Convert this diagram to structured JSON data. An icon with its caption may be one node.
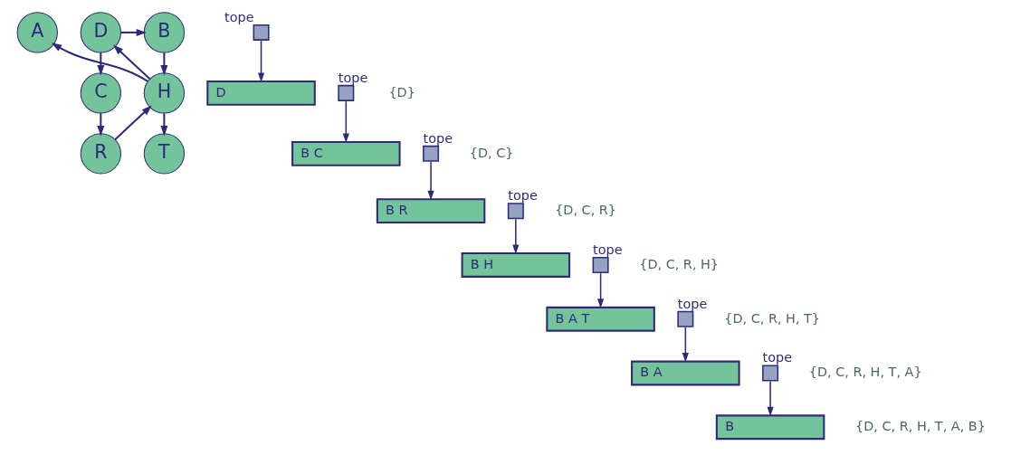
{
  "diagram": {
    "nodes": [
      {
        "text": [
          "A"
        ]
      },
      {
        "text": [
          "B"
        ]
      },
      {
        "text": [
          "D"
        ]
      },
      {
        "text": [
          "H"
        ]
      },
      {
        "text": [
          "C"
        ]
      },
      {
        "text": [
          "T"
        ]
      },
      {
        "text": [
          "R"
        ]
      },
      {
        "text": [],
        "shape": "box",
        "beside": [
          "tope"
        ]
      },
      {
        "text": [
          "D"
        ]
      },
      {
        "text": [],
        "shape": "box",
        "beside": [
          "tope"
        ]
      },
      {
        "text": [
          "B C"
        ]
      },
      {
        "text": [],
        "shape": "box",
        "beside": [
          "tope"
        ]
      },
      {
        "text": [
          "B R"
        ]
      },
      {
        "text": [],
        "shape": "box",
        "beside": [
          "tope"
        ]
      },
      {
        "text": [
          "B H"
        ]
      },
      {
        "text": [],
        "shape": "box",
        "beside": [
          "tope"
        ]
      },
      {
        "text": [
          "B A T"
        ]
      },
      {
        "text": [],
        "shape": "box",
        "beside": [
          "tope"
        ]
      },
      {
        "text": [
          "B A"
        ]
      },
      {
        "text": [],
        "shape": "box",
        "beside": [
          "tope"
        ]
      },
      {
        "text": [
          "B"
        ]
      }
    ],
    "edges": [
      {
        "from": 2,
        "to": 1,
        "arrow": "to"
      },
      {
        "from": 1,
        "to": 3,
        "arrow": "to"
      },
      {
        "from": 3,
        "to": 0,
        "arrow": "to"
      },
      {
        "from": 3,
        "to": 2,
        "arrow": "to"
      },
      {
        "from": 2,
        "to": 4,
        "arrow": "to"
      },
      {
        "from": 4,
        "to": 6,
        "arrow": "to"
      },
      {
        "from": 6,
        "to": 3,
        "arrow": "to"
      },
      {
        "from": 3,
        "to": 5,
        "arrow": "to"
      },
      {
        "from": 7,
        "to": 8,
        "arrow": "to"
      },
      {
        "from": 9,
        "to": 10,
        "arrow": "to"
      },
      {
        "from": 11,
        "to": 12,
        "arrow": "to"
      },
      {
        "from": 13,
        "to": 14,
        "arrow": "to"
      },
      {
        "from": 15,
        "to": 16,
        "arrow": "to"
      },
      {
        "from": 17,
        "to": 18,
        "arrow": "to"
      },
      {
        "from": 19,
        "to": 20,
        "arrow": "to"
      }
    ],
    "labels": [
      "{D}",
      "{D, C}",
      "{D, C, R}",
      "{D, C, R, H}",
      "{D, C, R, H, T}",
      "{D, C, R, H, T, A}",
      "{D, C, R, H, T, A, B}"
    ]
  }
}
